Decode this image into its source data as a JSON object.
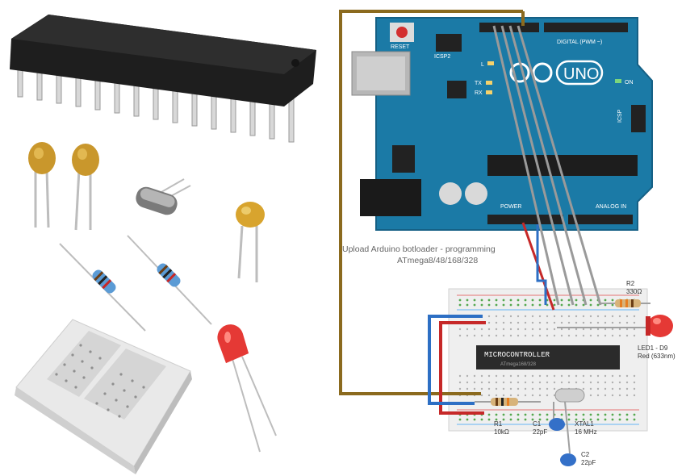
{
  "arduino": {
    "reset_label": "RESET",
    "icsp_top_label": "ICSP2",
    "brand_label": "UNO",
    "digital_label": "DIGITAL (PWM ~)",
    "tx_label": "TX",
    "rx_label": "RX",
    "l_label": "L",
    "on_label": "ON",
    "icsp_right_label": "ICSP",
    "power_label": "POWER",
    "analog_label": "ANALOG IN"
  },
  "caption": {
    "line1": "Upload Arduino botloader - programming",
    "line2": "ATmega8/48/168/328"
  },
  "breadboard": {
    "chip_label": "MICROCONTROLLER",
    "chip_sublabel": "ATmega168/328",
    "r2_label": "R2",
    "r2_value": "330Ω",
    "led_label": "LED1 - D9",
    "led_value": "Red (633nm)",
    "r1_label": "R1",
    "r1_value": "10kΩ",
    "c1_label": "C1",
    "c1_value": "22pF",
    "xtal_label": "XTAL1",
    "xtal_value": "16 MHz",
    "c2_label": "C2",
    "c2_value": "22pF"
  },
  "colors": {
    "board_blue": "#1b7aa6",
    "wire_brown": "#8b6a1e",
    "wire_red": "#c62828",
    "wire_blue": "#2d6fc4",
    "wire_gray": "#9a9a9a",
    "led_red": "#e53935",
    "chip_black": "#2b2b2b"
  }
}
